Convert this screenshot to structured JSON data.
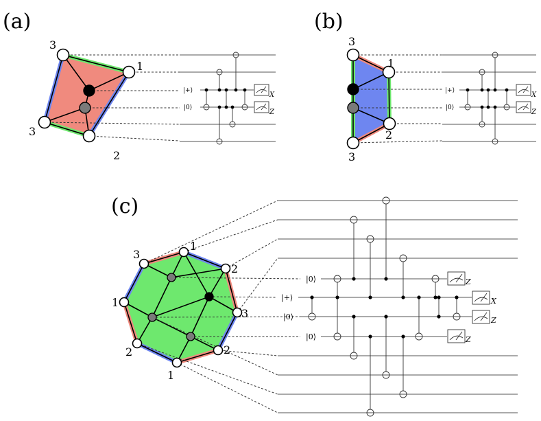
{
  "panels": {
    "a": {
      "label": "(a)",
      "vertex_labels": [
        "3",
        "1",
        "3",
        "2"
      ],
      "ancilla_labels": [
        "|+⟩",
        "|0⟩"
      ],
      "measure_labels": [
        "X",
        "Z"
      ]
    },
    "b": {
      "label": "(b)",
      "vertex_labels": [
        "3",
        "1",
        "2",
        "3"
      ],
      "ancilla_labels": [
        "|+⟩",
        "|0⟩"
      ],
      "measure_labels": [
        "X",
        "Z"
      ]
    },
    "c": {
      "label": "(c)",
      "vertex_labels": [
        "3",
        "1",
        "2",
        "3",
        "2",
        "1",
        "2",
        "1"
      ],
      "ancilla_labels": [
        "|0⟩",
        "|+⟩",
        "|0⟩",
        "|0⟩"
      ],
      "measure_labels": [
        "Z",
        "X",
        "Z",
        "Z"
      ]
    }
  },
  "colors": {
    "red": "#f08a7e",
    "green": "#6ee86e",
    "blue": "#6e86f0",
    "gray_node": "#7a7a7a",
    "black_node": "#000000"
  }
}
